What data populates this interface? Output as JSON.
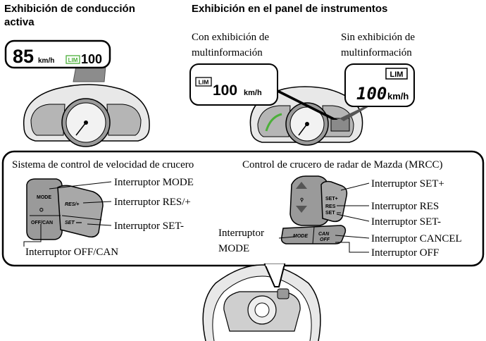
{
  "headers": {
    "active_display_line1": "Exhibición de conducción",
    "active_display_line2": "activa",
    "instrument_panel": "Exhibición en el panel de instrumentos"
  },
  "hud": {
    "speed": "85",
    "speed_unit": "km/h",
    "lim_badge": "LIM",
    "limit": "100"
  },
  "panel": {
    "with_multi_line1": "Con exhibición de",
    "with_multi_line2": "multinformación",
    "without_multi_line1": "Sin exhibición de",
    "without_multi_line2": "multinformación",
    "lim_badge": "LIM",
    "speed": "100",
    "speed_unit": "km/h"
  },
  "cruise": {
    "title": "Sistema de control de velocidad de crucero",
    "switch_mode_text": "MODE",
    "switch_res_text": "RES/+",
    "switch_set_text": "SET",
    "switch_offcan_text": "OFF/CAN",
    "label_mode": "Interruptor MODE",
    "label_res": "Interruptor RES/+",
    "label_set": "Interruptor SET-",
    "label_offcan": "Interruptor OFF/CAN"
  },
  "mrcc": {
    "title": "Control de crucero de radar de Mazda (MRCC)",
    "switch_set_plus_text": "SET+",
    "switch_res_text": "RES",
    "switch_set_text": "SET",
    "switch_mode_text": "MODE",
    "switch_can_text": "CAN",
    "switch_off_text": "OFF",
    "label_set_plus": "Interruptor SET+",
    "label_res": "Interruptor RES",
    "label_set_minus": "Interruptor SET-",
    "label_cancel": "Interruptor CANCEL",
    "label_off": "Interruptor OFF",
    "label_mode_line1": "Interruptor",
    "label_mode_line2": "MODE"
  },
  "colors": {
    "lim_green": "#4caf3a",
    "cluster_gray": "#7a7a7a",
    "outline": "#000000"
  }
}
